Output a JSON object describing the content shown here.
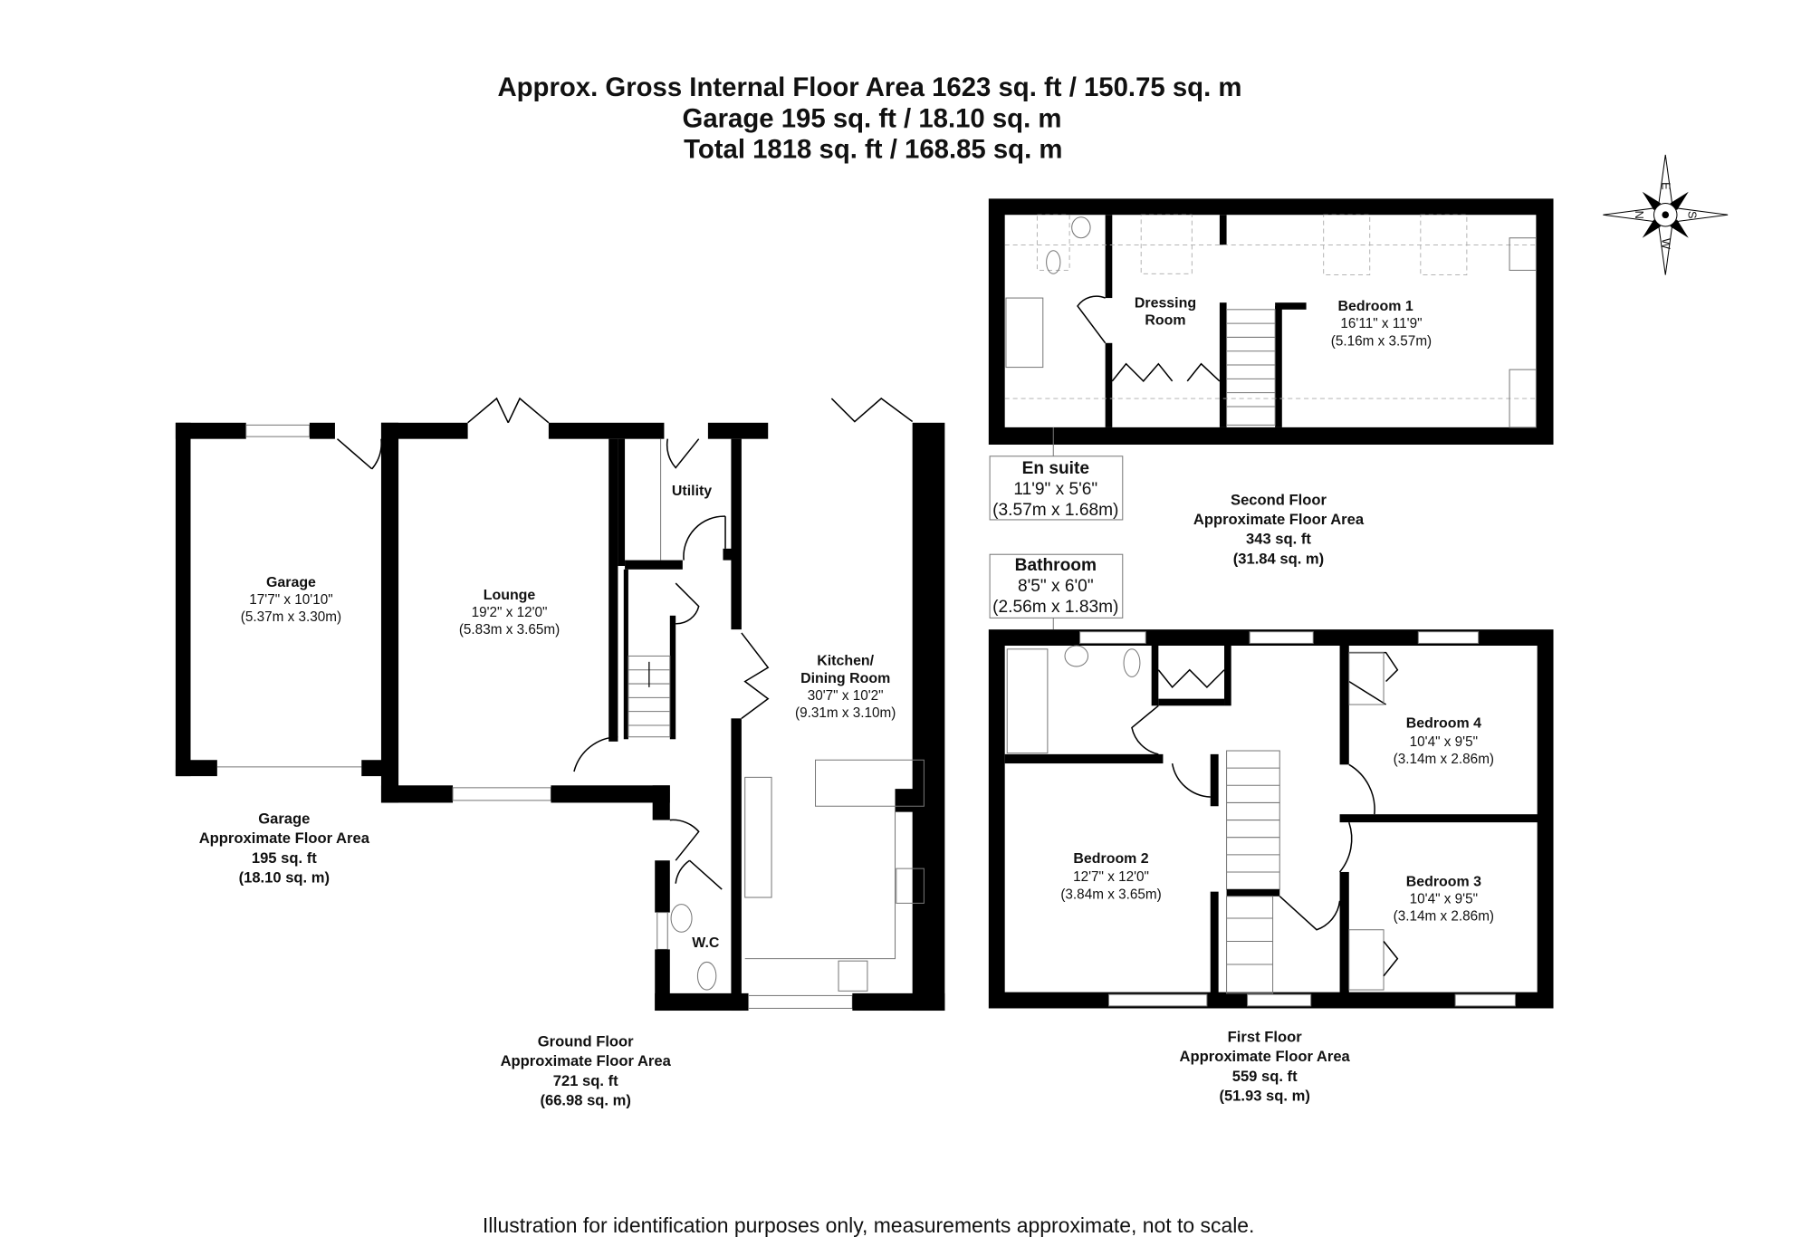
{
  "header": {
    "line1": "Approx. Gross Internal Floor Area 1623 sq. ft / 150.75 sq. m",
    "line2": "Garage 195 sq. ft / 18.10 sq. m",
    "line3": "Total 1818 sq. ft / 168.85 sq. m"
  },
  "compass": {
    "n": "N",
    "e": "E",
    "s": "S",
    "w": "W"
  },
  "ground_floor": {
    "rooms": {
      "garage": {
        "name": "Garage",
        "imperial": "17'7\" x 10'10\"",
        "metric": "(5.37m x 3.30m)"
      },
      "lounge": {
        "name": "Lounge",
        "imperial": "19'2\" x 12'0\"",
        "metric": "(5.83m x 3.65m)"
      },
      "utility": {
        "name": "Utility"
      },
      "kitchen": {
        "name": "Kitchen/",
        "name2": "Dining Room",
        "imperial": "30'7\" x 10'2\"",
        "metric": "(9.31m x 3.10m)"
      },
      "wc": {
        "name": "W.C"
      }
    },
    "area": {
      "title": "Ground Floor",
      "label": "Approximate Floor Area",
      "sqft": "721 sq. ft",
      "sqm": "(66.98 sq. m)"
    }
  },
  "garage_area": {
    "title": "Garage",
    "label": "Approximate Floor Area",
    "sqft": "195 sq. ft",
    "sqm": "(18.10 sq. m)"
  },
  "first_floor": {
    "rooms": {
      "bedroom2": {
        "name": "Bedroom 2",
        "imperial": "12'7\" x 12'0\"",
        "metric": "(3.84m x 3.65m)"
      },
      "bedroom3": {
        "name": "Bedroom 3",
        "imperial": "10'4\" x 9'5\"",
        "metric": "(3.14m x 2.86m)"
      },
      "bedroom4": {
        "name": "Bedroom 4",
        "imperial": "10'4\" x 9'5\"",
        "metric": "(3.14m x 2.86m)"
      },
      "bathroom": {
        "name": "Bathroom",
        "imperial": "8'5\" x 6'0\"",
        "metric": "(2.56m x 1.83m)"
      }
    },
    "area": {
      "title": "First Floor",
      "label": "Approximate Floor Area",
      "sqft": "559 sq. ft",
      "sqm": "(51.93 sq. m)"
    }
  },
  "second_floor": {
    "rooms": {
      "bedroom1": {
        "name": "Bedroom 1",
        "imperial": "16'11\" x 11'9\"",
        "metric": "(5.16m x 3.57m)"
      },
      "dressing": {
        "name": "Dressing",
        "name2": "Room"
      },
      "ensuite": {
        "name": "En suite",
        "imperial": "11'9\" x 5'6\"",
        "metric": "(3.57m x 1.68m)"
      }
    },
    "area": {
      "title": "Second Floor",
      "label": "Approximate Floor Area",
      "sqft": "343 sq. ft",
      "sqm": "(31.84 sq. m)"
    }
  },
  "footer": {
    "disclaimer": "Illustration for identification purposes only, measurements approximate, not to scale."
  }
}
